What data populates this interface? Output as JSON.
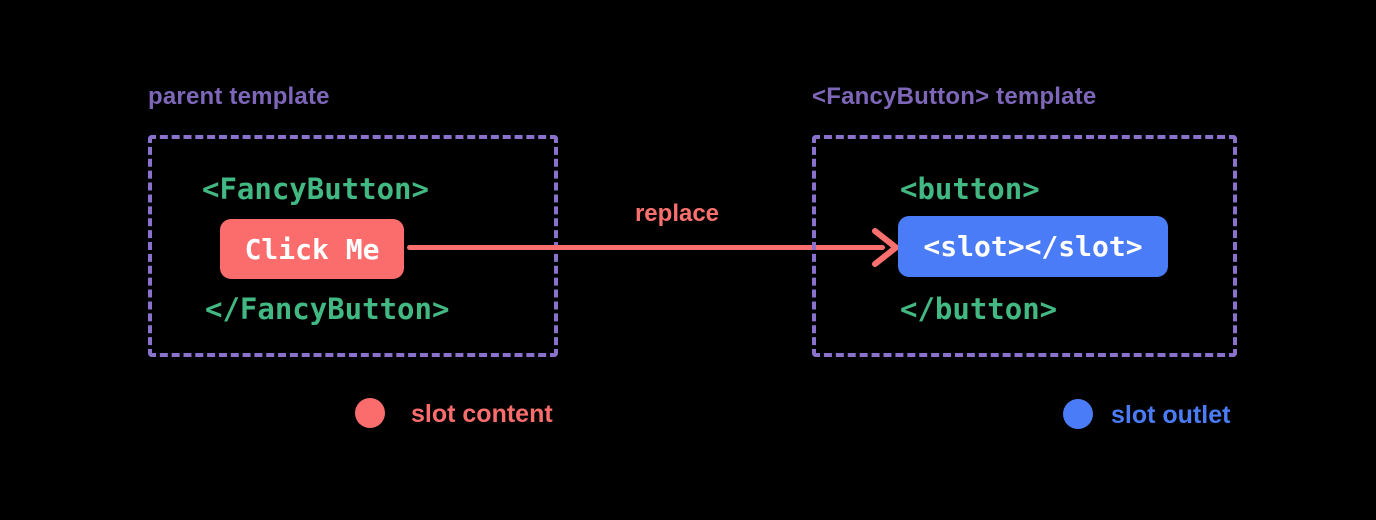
{
  "diagram": {
    "parent_panel": {
      "title": "parent template",
      "open_tag": "<FancyButton>",
      "button_label": "Click Me",
      "close_tag": "</FancyButton>"
    },
    "arrow": {
      "label": "replace"
    },
    "template_panel": {
      "title": "<FancyButton> template",
      "open_tag": "<button>",
      "slot_tag": "<slot></slot>",
      "close_tag": "</button>"
    },
    "legend": {
      "slot_content": {
        "label": "slot content",
        "color": "#fb6d6d"
      },
      "slot_outlet": {
        "label": "slot outlet",
        "color": "#4b7cf7"
      }
    },
    "colors": {
      "background": "#000000",
      "label_purple": "#7e66b8",
      "border_purple": "#8a72cc",
      "code_green": "#42b883",
      "coral": "#fb6d6d",
      "blue": "#4b7cf7",
      "chip_text": "#ffffff"
    }
  }
}
